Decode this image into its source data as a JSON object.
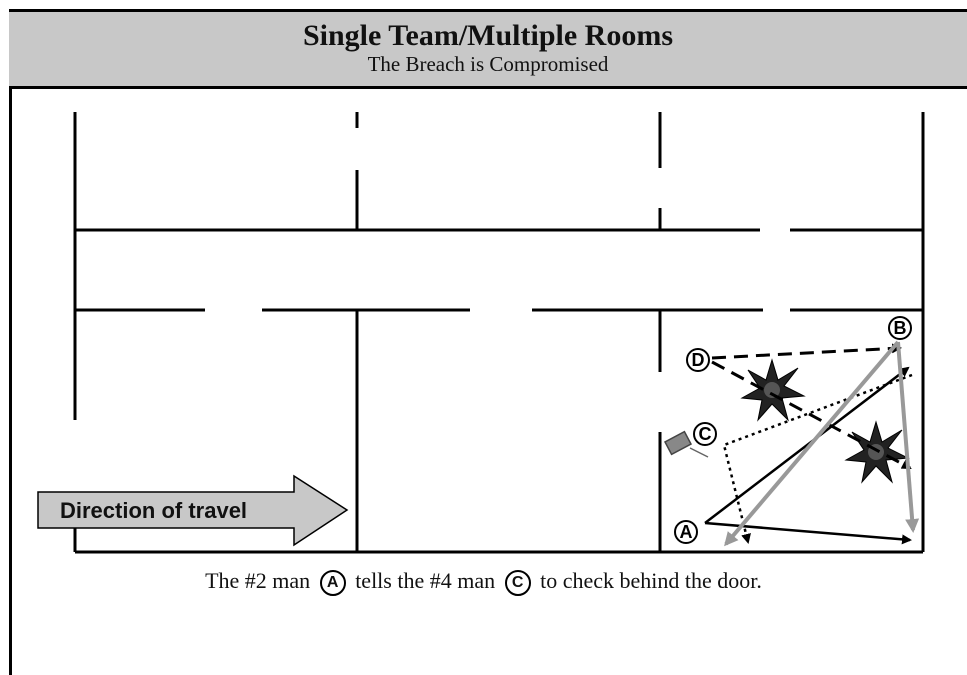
{
  "header": {
    "title": "Single Team/Multiple Rooms",
    "subtitle": "The Breach is Compromised"
  },
  "diagram": {
    "direction_label": "Direction of travel",
    "markers": {
      "a": "A",
      "b": "B",
      "c": "C",
      "d": "D"
    }
  },
  "caption": {
    "part1": "The #2 man",
    "marker1": "A",
    "part2": "tells the #4 man",
    "marker2": "C",
    "part3": "to check behind the door."
  },
  "colors": {
    "header_bg": "#c8c8c8",
    "arrow_gray": "#999999",
    "walls": "#000000"
  }
}
